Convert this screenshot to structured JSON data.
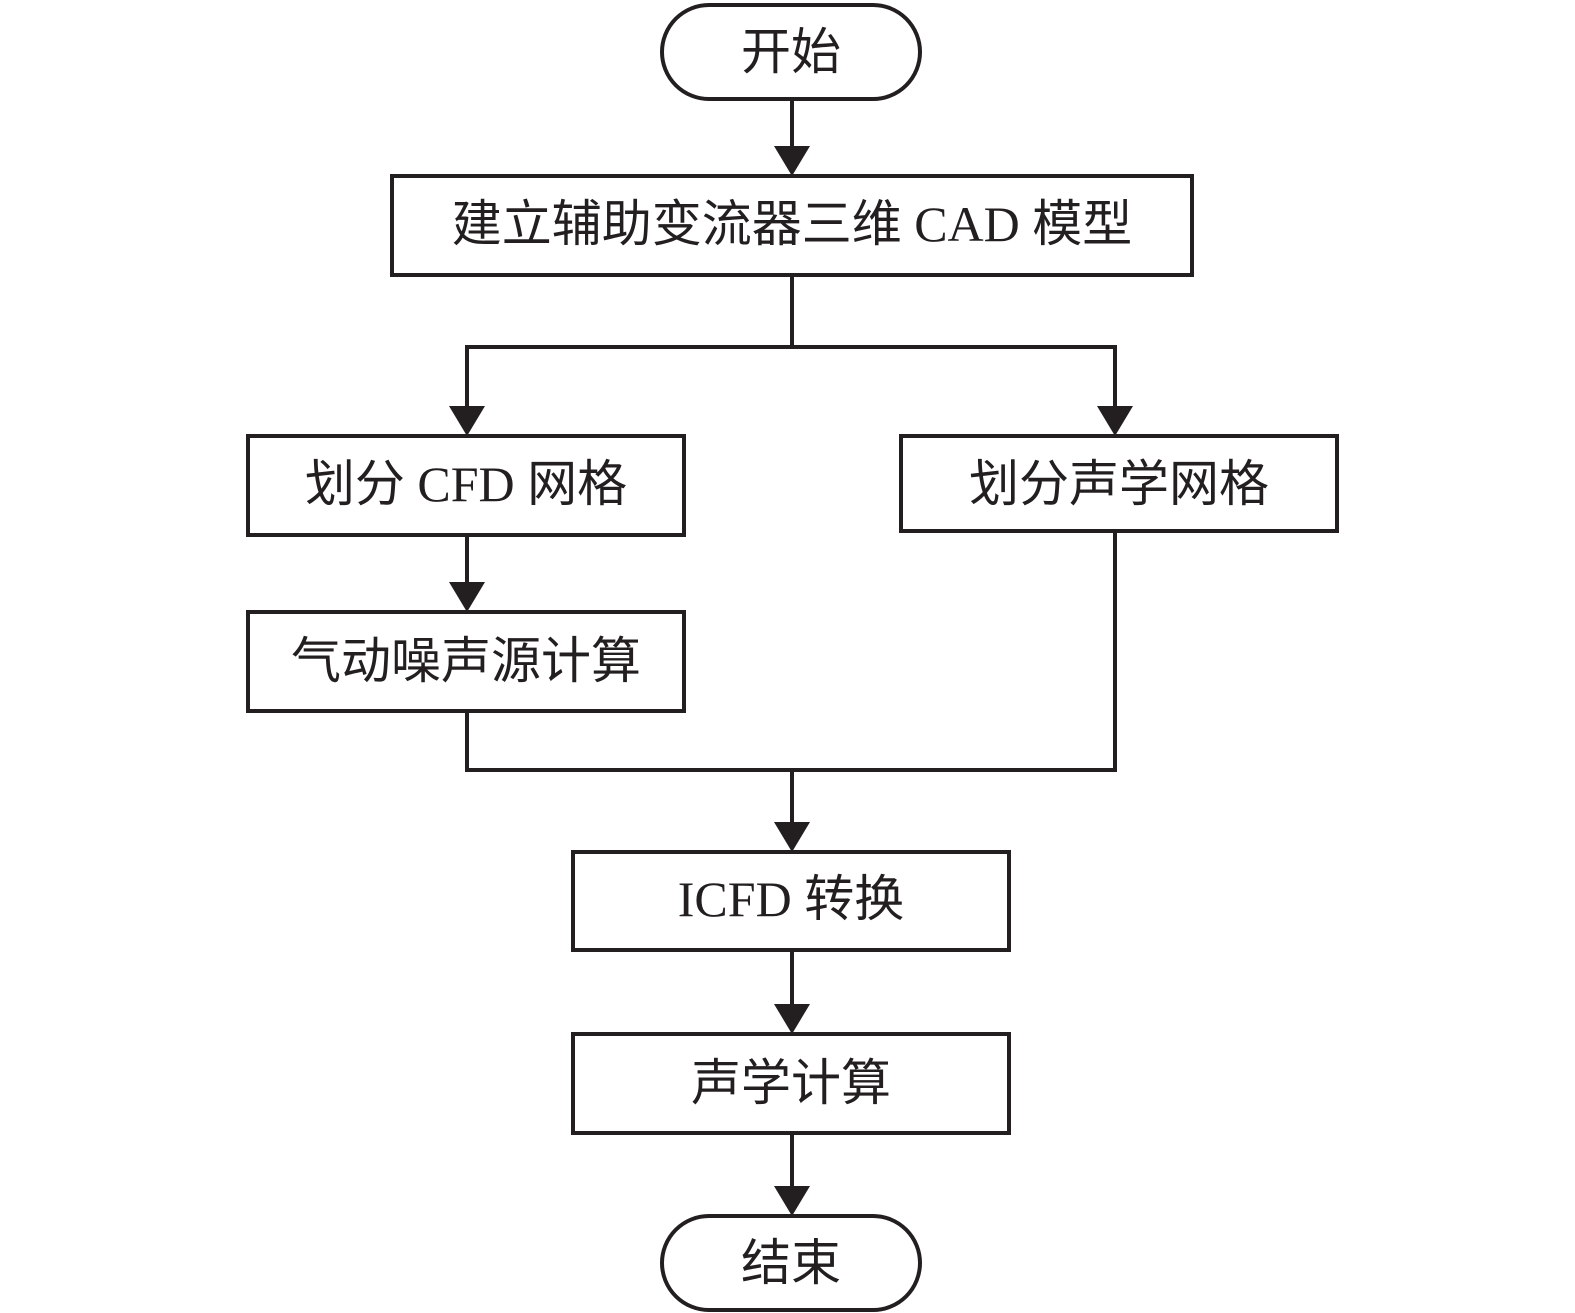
{
  "diagram": {
    "type": "flowchart",
    "nodes": {
      "start": {
        "shape": "terminal",
        "label": "开始"
      },
      "cad_model": {
        "shape": "process",
        "label": "建立辅助变流器三维 CAD 模型"
      },
      "cfd_mesh": {
        "shape": "process",
        "label": "划分 CFD 网格"
      },
      "acoustic_mesh": {
        "shape": "process",
        "label": "划分声学网格"
      },
      "noise_source": {
        "shape": "process",
        "label": "气动噪声源计算"
      },
      "icfd": {
        "shape": "process",
        "label": "ICFD 转换"
      },
      "acoustic_calc": {
        "shape": "process",
        "label": "声学计算"
      },
      "end": {
        "shape": "terminal",
        "label": "结束"
      }
    },
    "edges": [
      {
        "from": "start",
        "to": "cad_model"
      },
      {
        "from": "cad_model",
        "to": "cfd_mesh"
      },
      {
        "from": "cad_model",
        "to": "acoustic_mesh"
      },
      {
        "from": "cfd_mesh",
        "to": "noise_source"
      },
      {
        "from": "noise_source",
        "to": "icfd"
      },
      {
        "from": "acoustic_mesh",
        "to": "icfd"
      },
      {
        "from": "icfd",
        "to": "acoustic_calc"
      },
      {
        "from": "acoustic_calc",
        "to": "end"
      }
    ],
    "colors": {
      "stroke": "#231f20",
      "background": "#ffffff"
    }
  }
}
